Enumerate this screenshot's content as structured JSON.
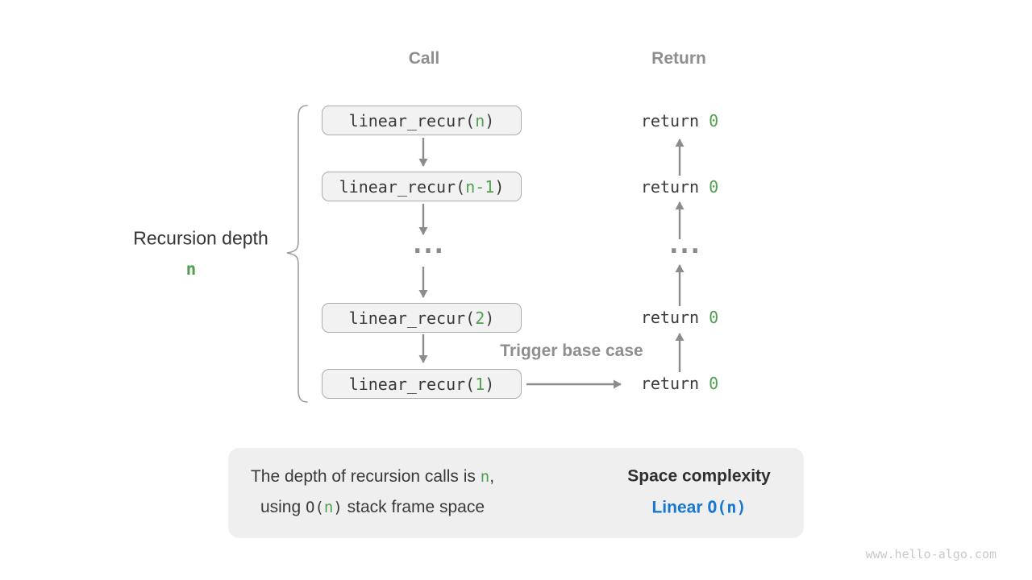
{
  "colors": {
    "accent_green": "#4FA14F",
    "accent_blue": "#1778D2",
    "gray_label": "#8E8E8E",
    "dark_text": "#3A3A3A",
    "arrow_gray": "#8C8C8C",
    "box_fill": "#F2F2F2",
    "box_border": "#ACACAC",
    "summary_fill": "#EFEFEF"
  },
  "headers": {
    "call": "Call",
    "return": "Return"
  },
  "depth_label": {
    "title": "Recursion depth",
    "value": "n"
  },
  "call_column": {
    "rows": [
      {
        "prefix": "linear_recur(",
        "arg": "n",
        "suffix": ")"
      },
      {
        "prefix": "linear_recur(",
        "arg": "n-1",
        "suffix": ")"
      },
      {
        "prefix": "linear_recur(",
        "arg": "2",
        "suffix": ")"
      },
      {
        "prefix": "linear_recur(",
        "arg": "1",
        "suffix": ")"
      }
    ],
    "ellipsis": "..."
  },
  "return_column": {
    "rows": [
      {
        "keyword": "return ",
        "value": "0"
      },
      {
        "keyword": "return ",
        "value": "0"
      },
      {
        "keyword": "return ",
        "value": "0"
      },
      {
        "keyword": "return ",
        "value": "0"
      }
    ],
    "ellipsis": "..."
  },
  "annotations": {
    "trigger_base_case": "Trigger base case"
  },
  "summary": {
    "line1": {
      "text": "The depth of recursion calls is ",
      "var": "n",
      "tail": ","
    },
    "line2": {
      "lead": "using ",
      "code_open": "O(",
      "var": "n",
      "code_close": ")",
      "tail": " stack frame space"
    },
    "result": {
      "title": "Space complexity",
      "label": "Linear ",
      "code": "O(n)"
    }
  },
  "watermark": "www.hello-algo.com"
}
